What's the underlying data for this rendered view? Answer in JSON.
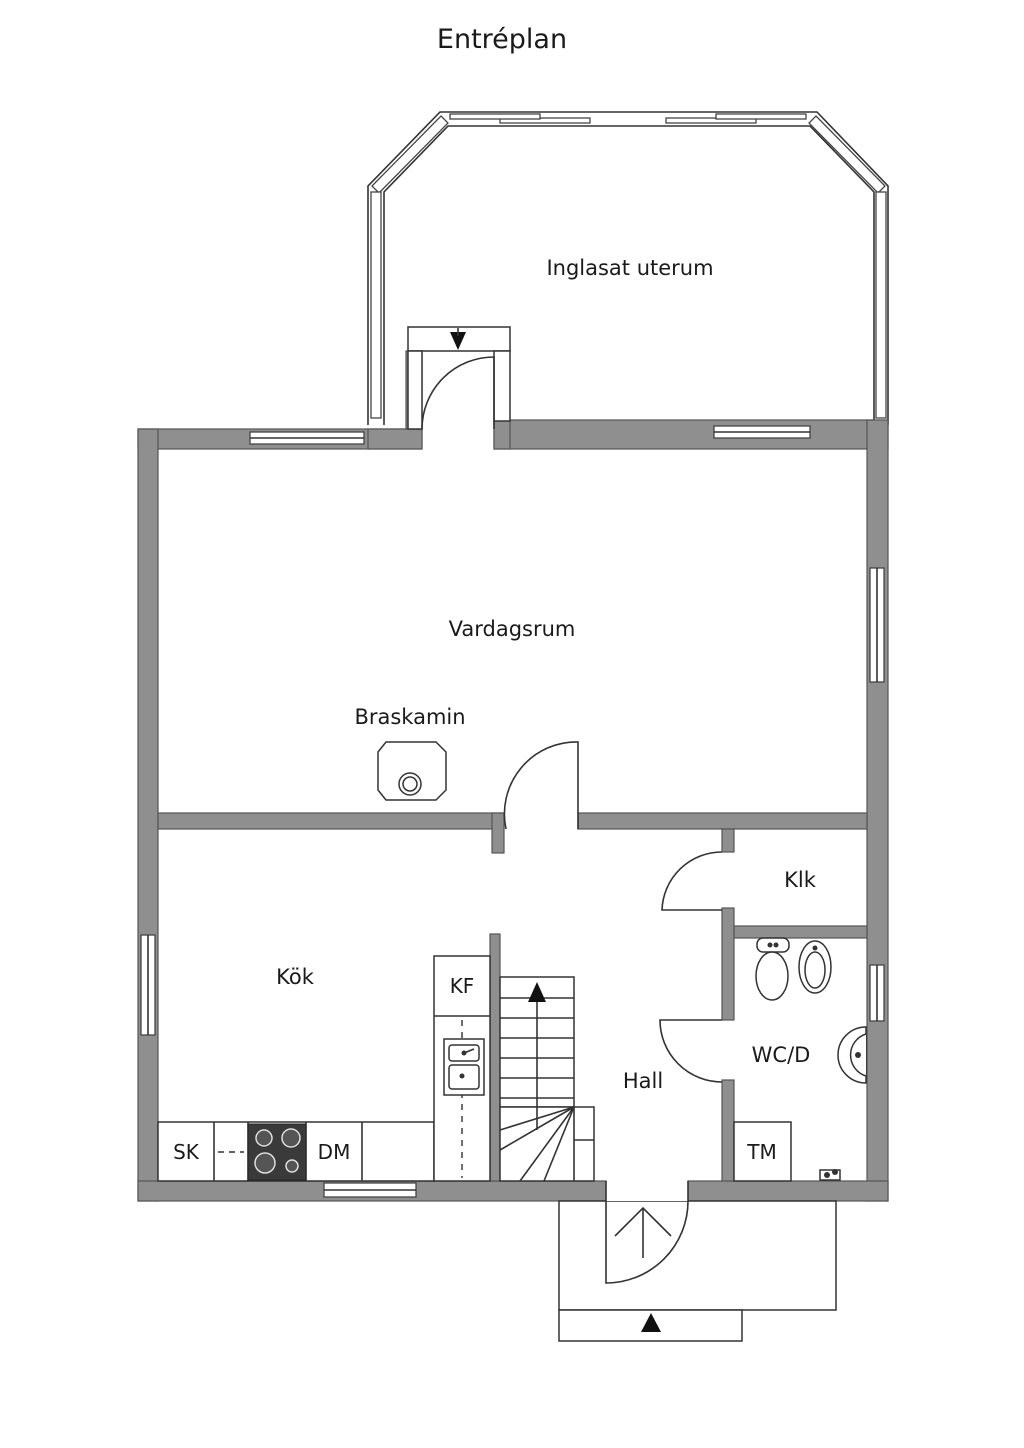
{
  "title": "Entréplan",
  "rooms": {
    "uterum": "Inglasat uterum",
    "vardagsrum": "Vardagsrum",
    "braskamin": "Braskamin",
    "kok": "Kök",
    "klk": "Klk",
    "wcd": "WC/D",
    "hall": "Hall"
  },
  "fixtures": {
    "kf": "KF",
    "sk": "SK",
    "dm": "DM",
    "tm": "TM"
  },
  "colors": {
    "wall": "#8f8f8f",
    "line": "#333333",
    "stove": "#3a3a3a"
  }
}
